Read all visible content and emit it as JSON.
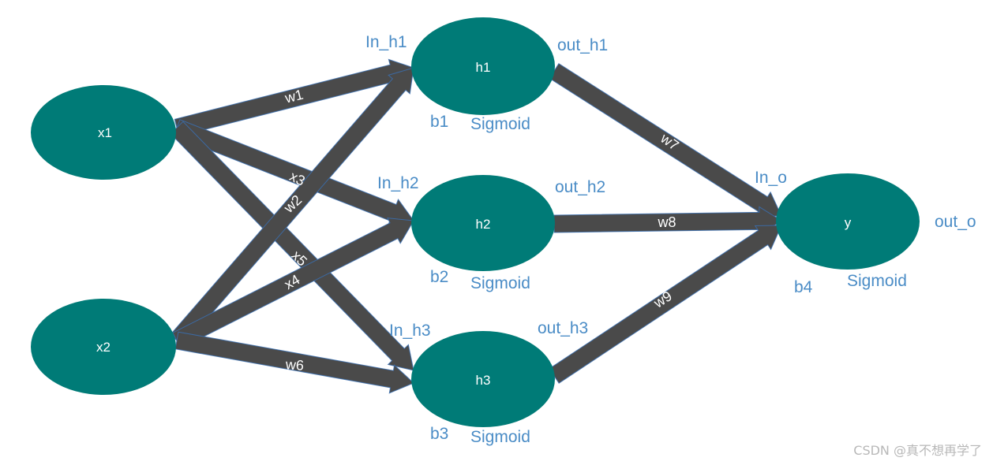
{
  "colors": {
    "node_fill": "#007b77",
    "arrow_fill": "#4a4a4a",
    "arrow_outline": "#3a6fb0",
    "label_color": "#4a8cc6",
    "watermark_color": "#b8b8b8"
  },
  "nodes": {
    "x1": "x1",
    "x2": "x2",
    "h1": "h1",
    "h2": "h2",
    "h3": "h3",
    "y": "y"
  },
  "weights": {
    "w1": "w1",
    "x3": "x3",
    "x5": "x5",
    "w2": "w2",
    "x4": "x4",
    "w6": "w6",
    "w7": "w7",
    "w8": "w8",
    "w9": "w9"
  },
  "labels": {
    "in_h1": "In_h1",
    "out_h1": "out_h1",
    "b1": "b1",
    "sigmoid_h1": "Sigmoid",
    "in_h2": "In_h2",
    "out_h2": "out_h2",
    "b2": "b2",
    "sigmoid_h2": "Sigmoid",
    "in_h3": "In_h3",
    "out_h3": "out_h3",
    "b3": "b3",
    "sigmoid_h3": "Sigmoid",
    "in_o": "In_o",
    "out_o": "out_o",
    "b4": "b4",
    "sigmoid_o": "Sigmoid"
  },
  "watermark": "CSDN @真不想再学了"
}
